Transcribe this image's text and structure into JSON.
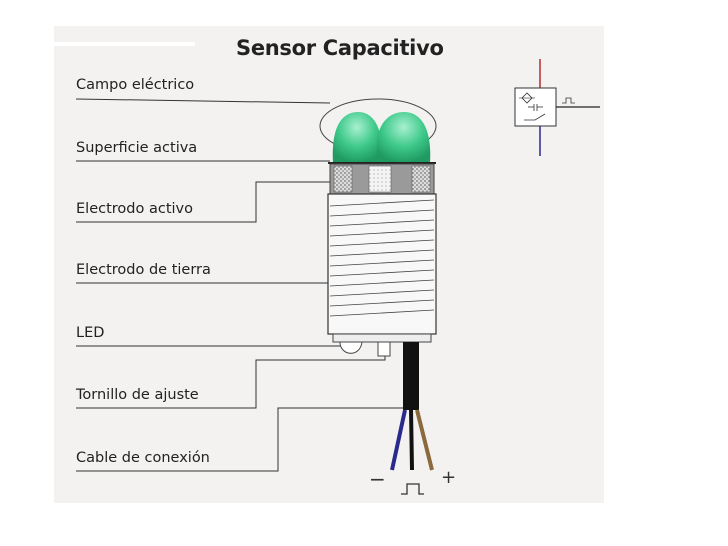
{
  "diagram": {
    "title": "Sensor Capacitivo",
    "labels": [
      "Campo eléctrico",
      "Superficie activa",
      "Electrodo activo",
      "Electrodo de tierra",
      "LED",
      "Tornillo de ajuste",
      "Cable de conexión"
    ],
    "terminals": {
      "minus": "−",
      "output": "⎍",
      "plus": "+"
    },
    "colors": {
      "field_green": "#3ec98a",
      "cable_blue": "#2a2a8c",
      "cable_brown": "#8a6a3a",
      "cable_black": "#111111",
      "symbol_red": "#b23030",
      "panel_gray": "#f3f2f1"
    }
  }
}
